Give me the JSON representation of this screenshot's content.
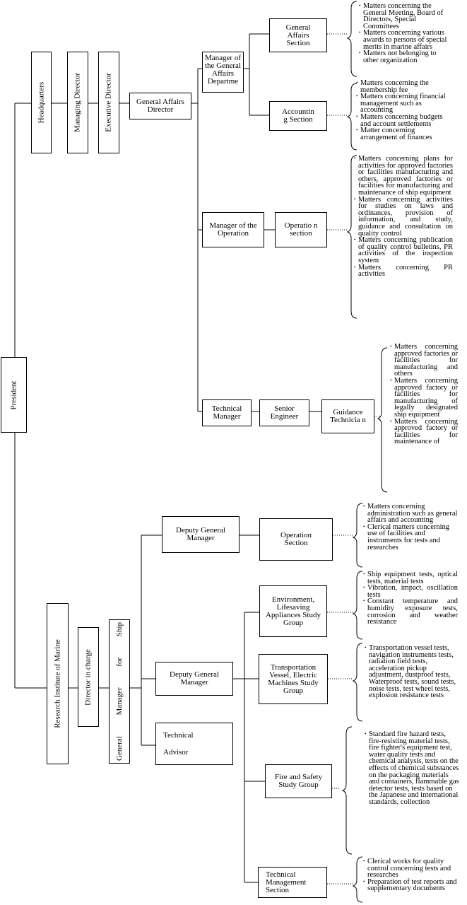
{
  "president": "President",
  "headquarters": {
    "headquarters": "Headquarters",
    "managing_director": "Managing Director",
    "executive_director": "Executive Director",
    "general_affairs_director": "General Affairs Director",
    "manager_general_affairs": "Manager of the General Affairs Departme",
    "general_affairs_section": "General Affairs Section",
    "general_affairs_section_items": [
      "Matters concerning the General Meeting, Board of Directors, Special Committees",
      "Matters concerning various awards to persons of special merits in marine affairs",
      "Matters not belonging to other organization"
    ],
    "accounting_section": "Accountin g Section",
    "accounting_section_items": [
      "Matters concerning the membership fee",
      "Matters concerning financial management such as accounting",
      "Matters concerning budgets and account settlements",
      "Matter concerning arrangement of finances"
    ],
    "manager_operation": "Manager of the Operation",
    "operation_section": "Operatio n section",
    "operation_section_items": [
      "Matters concerning plans for activities for approved factories or facilities manufacturing and others, approved factories or facilities for manufacturing and maintenance of ship equipment",
      "Matters concerning activities for studies on laws and ordinances, provision of information, and study, guidance and consultation on quality control",
      "Matters concerning publication of quality control bulletins, PR activities of the inspection system",
      "Matters concerning PR activities"
    ],
    "technical_manager": "Technical Manager",
    "senior_engineer": "Senior Engineer",
    "guidance_technician": "Guidance Technicia n",
    "guidance_items": [
      "Matters concerning approved factories or facilities for manufacturing and others",
      "Matters concerning approved factory or facilities for manufacturing of legally designated ship equipment",
      "Matters concerning approved factory or facilities for maintenance of"
    ]
  },
  "research": {
    "institute": "Research Institute of Marine",
    "director_in_charge": "Director in charge",
    "general_manager_words": [
      "General",
      "Manager",
      "for",
      "Ship"
    ],
    "deputy_gm_1": "Deputy General Manager",
    "operation_section": "Operation Section",
    "operation_items": [
      "Matters concerning administration such as general affairs and accounting",
      "Clerical matters concerning use of facilities and instruments for tests and researches"
    ],
    "deputy_gm_2": "Deputy General Manager",
    "technical_advisor_lines": [
      "Technical",
      "Advisor"
    ],
    "environment_group": "Environment, Lifesaving Appliances Study Group",
    "environment_items": [
      "Ship equipment tests, optical tests, material tests",
      "Vibration, impact, oscillation tests",
      "Constant temperature and humidity exposure tests, corrosion and weather resistance"
    ],
    "transport_group": "Transportation Vessel, Electric Machines Study Group",
    "transport_items": [
      "Transportation vessel tests, navigation instruments tests, radiation field tests, acceleration pickup adjustment, dustproof tests, Waterproof tests, sound tests, noise tests, test wheel tests, explosion resistance tests"
    ],
    "fire_group": "Fire and Safety Study Group",
    "fire_items": [
      "Standard fire hazard tests, fire-resisting material tests, fire fighter's equipment test, water quality tests and chemical analysis, tests on the effects of chemical substances on the packaging materials and containers, flammable gas detector tests, tests based on the Japanese and international standards, collection"
    ],
    "tech_mgmt_section": "Technical Management Section",
    "tech_mgmt_items": [
      "Clerical works for quality control concerning tests and researches",
      "Preparation of test reports and supplementary documents"
    ]
  }
}
